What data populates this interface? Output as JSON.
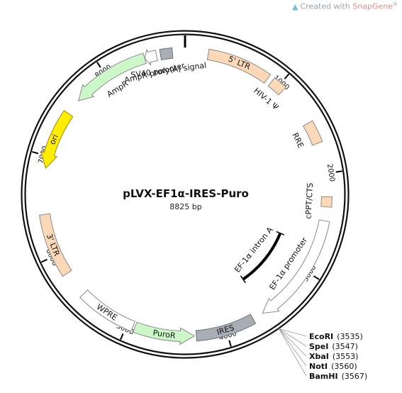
{
  "credit": {
    "prefix": "Created with",
    "brand": "SnapGene",
    "mark": "®"
  },
  "plasmid": {
    "name": "pLVX-EF1α-IRES-Puro",
    "size": "8825 bp",
    "total_bp": 8825
  },
  "ticks": [
    {
      "bp": 1000,
      "label": "1000"
    },
    {
      "bp": 2000,
      "label": "2000"
    },
    {
      "bp": 3000,
      "label": "3000"
    },
    {
      "bp": 4000,
      "label": "4000"
    },
    {
      "bp": 5000,
      "label": "5000"
    },
    {
      "bp": 6000,
      "label": "6000"
    },
    {
      "bp": 7000,
      "label": "7000"
    },
    {
      "bp": 8000,
      "label": "8000"
    }
  ],
  "features": [
    {
      "id": "5ltr",
      "label": "5' LTR",
      "start": 230,
      "end": 870,
      "type": "ltr",
      "dir": "none",
      "label_pos": "on"
    },
    {
      "id": "hiv1psi",
      "label": "HIV-1 Ψ",
      "start": 920,
      "end": 1060,
      "type": "ltr",
      "dir": "none",
      "label_pos": "inside"
    },
    {
      "id": "rre",
      "label": "RRE",
      "start": 1470,
      "end": 1690,
      "type": "ltr",
      "dir": "none",
      "label_pos": "inside"
    },
    {
      "id": "cppt",
      "label": "cPPT/CTS",
      "start": 2230,
      "end": 2330,
      "type": "ltr",
      "dir": "none",
      "label_pos": "inside"
    },
    {
      "id": "ef1a",
      "label": "EF-1α promoter",
      "start": 2470,
      "end": 3600,
      "type": "promoter",
      "dir": "fwd",
      "label_pos": "inside"
    },
    {
      "id": "ires",
      "label": "IRES",
      "start": 3710,
      "end": 4300,
      "type": "gray",
      "dir": "none",
      "label_pos": "on"
    },
    {
      "id": "puror",
      "label": "PuroR",
      "start": 4320,
      "end": 4920,
      "type": "marker",
      "dir": "rev",
      "label_pos": "on"
    },
    {
      "id": "wpre",
      "label": "WPRE",
      "start": 4940,
      "end": 5530,
      "type": "white",
      "dir": "none",
      "label_pos": "on"
    },
    {
      "id": "3ltr",
      "label": "3' LTR",
      "start": 5790,
      "end": 6420,
      "type": "ltr",
      "dir": "none",
      "label_pos": "on"
    },
    {
      "id": "ori",
      "label": "ori",
      "start": 6880,
      "end": 7470,
      "type": "ori",
      "dir": "rev",
      "label_pos": "on"
    },
    {
      "id": "ampr",
      "label": "AmpR",
      "start": 7630,
      "end": 8420,
      "type": "marker",
      "dir": "rev",
      "label_pos": "inside"
    },
    {
      "id": "amprprom",
      "label": "AmpR promoter",
      "start": 8420,
      "end": 8540,
      "type": "white",
      "dir": "rev",
      "label_pos": "inside"
    },
    {
      "id": "sv40",
      "label": "SV40 poly(A) signal",
      "start": 8580,
      "end": 8700,
      "type": "gray",
      "dir": "none",
      "label_pos": "inside"
    }
  ],
  "inner_feature": {
    "label": "EF-1α intron A",
    "start": 2750,
    "end": 3570
  },
  "sites": [
    {
      "name": "EcoRI",
      "pos": "(3535)"
    },
    {
      "name": "SpeI",
      "pos": "(3547)"
    },
    {
      "name": "XbaI",
      "pos": "(3553)"
    },
    {
      "name": "NotI",
      "pos": "(3560)"
    },
    {
      "name": "BamHI",
      "pos": "(3567)"
    }
  ],
  "colors": {
    "ltr": "#fbd9b8",
    "marker": "#ccf7c8",
    "gray": "#a7aeb5",
    "white": "#ffffff",
    "promoter": "#ffffff",
    "ori": "#ffee00",
    "stroke": "#555555",
    "ring": "#111111"
  }
}
